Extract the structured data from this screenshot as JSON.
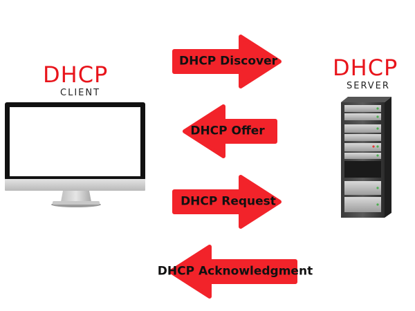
{
  "colors": {
    "accent": "#e8141b",
    "arrow": "#f2232a"
  },
  "client": {
    "title": "DHCP",
    "subtitle": "CLIENT"
  },
  "server": {
    "title": "DHCP",
    "subtitle": "SERVER"
  },
  "messages": [
    {
      "label": "DHCP Discover",
      "direction": "right"
    },
    {
      "label": "DHCP Offer",
      "direction": "left"
    },
    {
      "label": "DHCP Request",
      "direction": "right"
    },
    {
      "label": "DHCP Acknowledgment",
      "direction": "left"
    }
  ]
}
